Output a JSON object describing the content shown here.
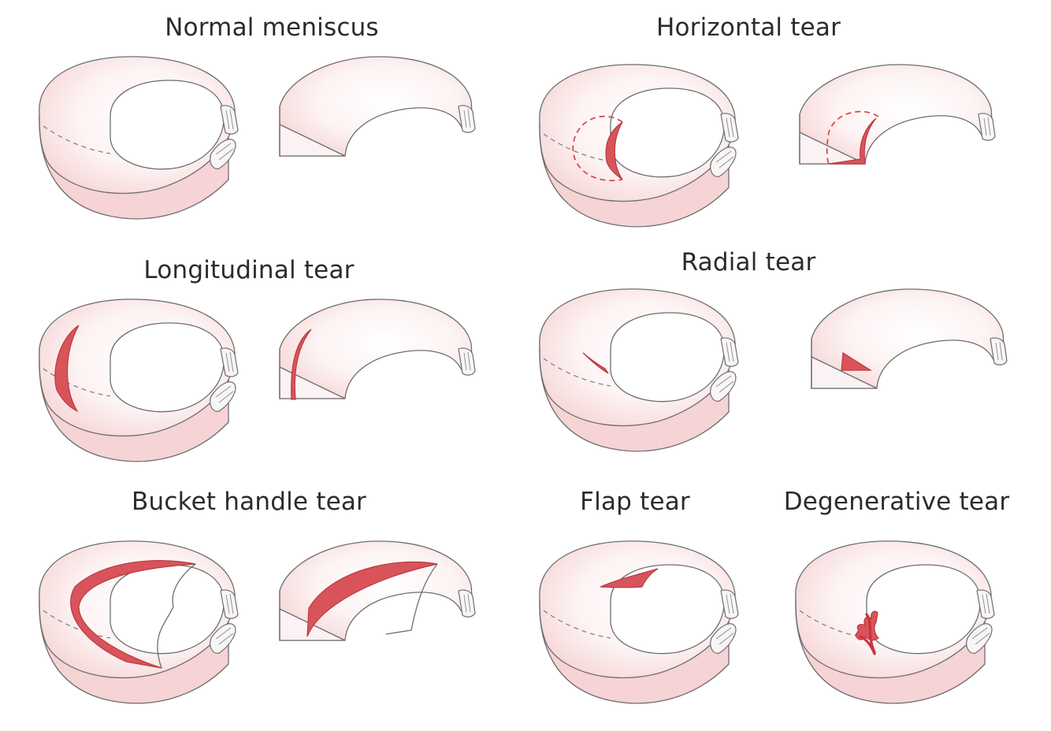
{
  "diagram": {
    "panels": [
      {
        "id": "normal",
        "label": "Normal meniscus"
      },
      {
        "id": "horizontal",
        "label": "Horizontal tear"
      },
      {
        "id": "longitudinal",
        "label": "Longitudinal tear"
      },
      {
        "id": "radial",
        "label": "Radial tear"
      },
      {
        "id": "bucket",
        "label": "Bucket handle tear"
      },
      {
        "id": "flap",
        "label": "Flap tear"
      },
      {
        "id": "degenerative",
        "label": "Degenerative tear"
      }
    ],
    "colors": {
      "tissue_pink": "#f6d3d5",
      "tissue_light": "#fdf1f1",
      "tear_red": "#d9545a",
      "outline": "#6e6e6e",
      "label_text": "#2b2b2b"
    }
  }
}
